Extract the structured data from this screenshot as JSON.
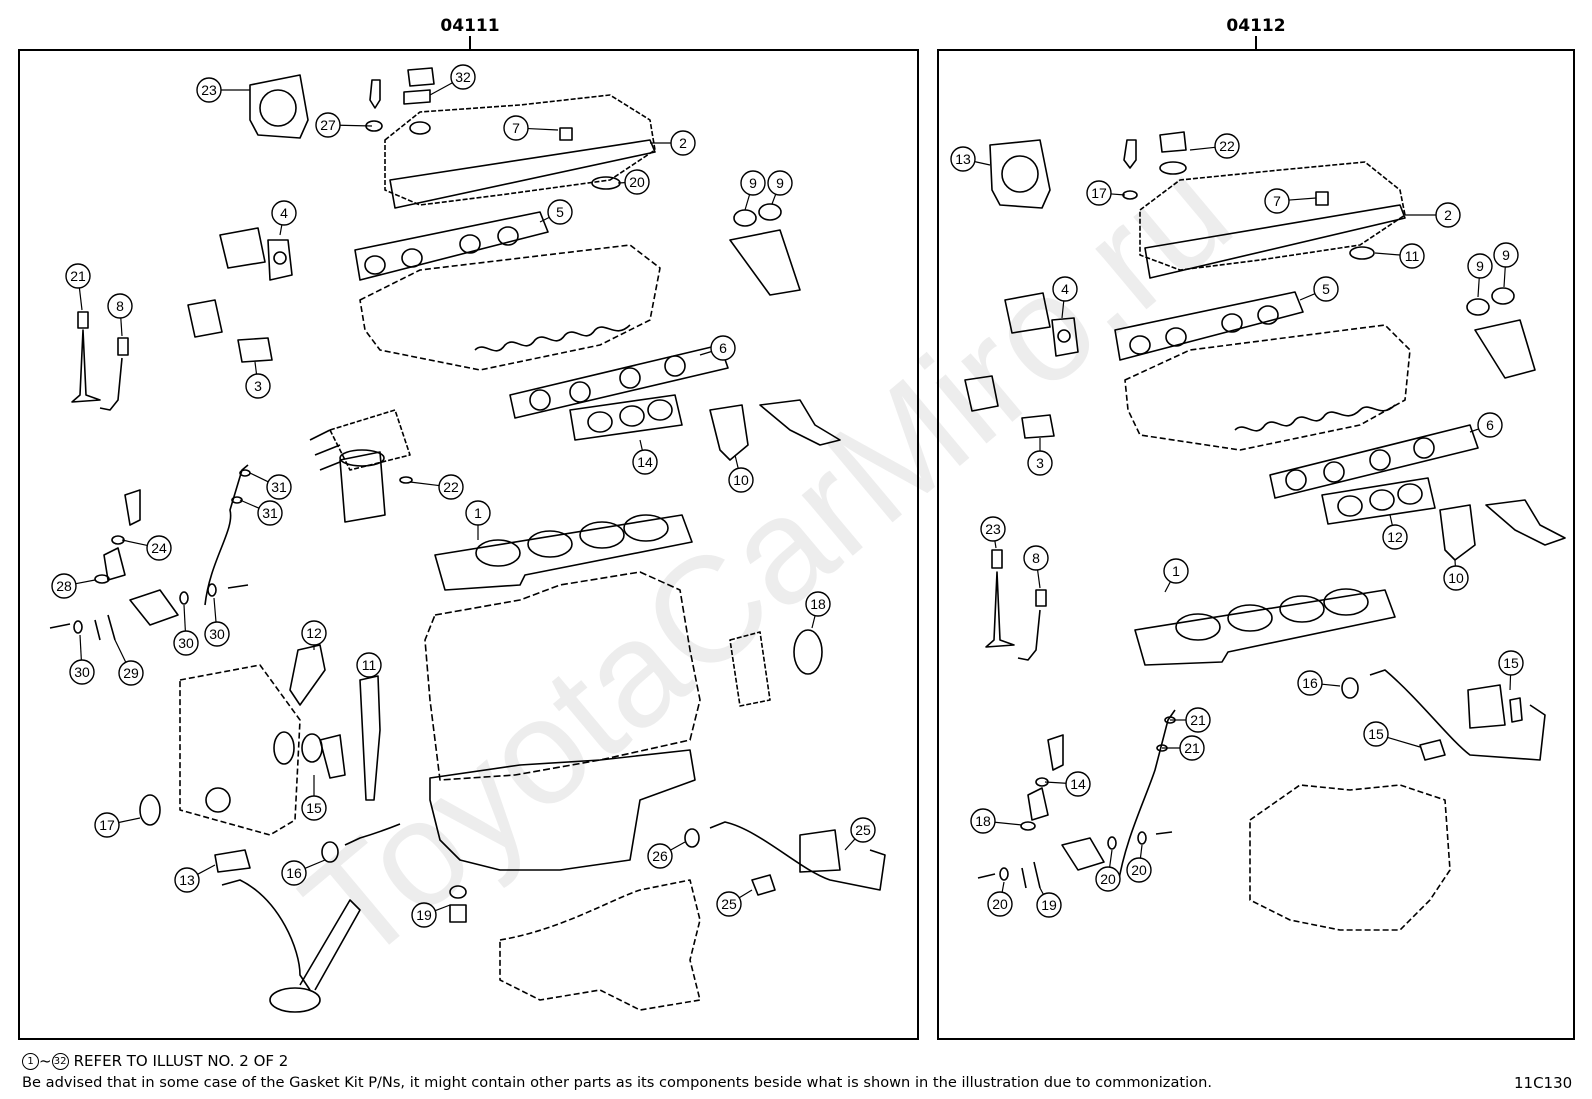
{
  "panels": [
    {
      "code": "04111"
    },
    {
      "code": "04112"
    }
  ],
  "callouts_left": [
    "23",
    "32",
    "27",
    "7",
    "2",
    "20",
    "4",
    "9",
    "9",
    "5",
    "21",
    "8",
    "3",
    "6",
    "14",
    "10",
    "31",
    "22",
    "31",
    "24",
    "1",
    "28",
    "12",
    "11",
    "18",
    "30",
    "30",
    "30",
    "29",
    "15",
    "17",
    "16",
    "13",
    "26",
    "25",
    "25",
    "19"
  ],
  "callouts_right": [
    "13",
    "22",
    "17",
    "7",
    "2",
    "11",
    "4",
    "9",
    "9",
    "5",
    "6",
    "3",
    "12",
    "10",
    "23",
    "8",
    "1",
    "16",
    "15",
    "15",
    "21",
    "21",
    "14",
    "18",
    "20",
    "20",
    "20",
    "19"
  ],
  "notes": {
    "range_start": "1",
    "range_sep": "~",
    "range_end": "32",
    "refer_text": "REFER TO ILLUST NO. 2 OF 2",
    "disclaimer": "Be advised that in some case of the Gasket Kit P/Ns,  it might contain other parts as its components beside what is shown in the illustration due to commonization."
  },
  "illustration_number": "11C130",
  "watermark_text": "ToyotaCarMiro.ru"
}
